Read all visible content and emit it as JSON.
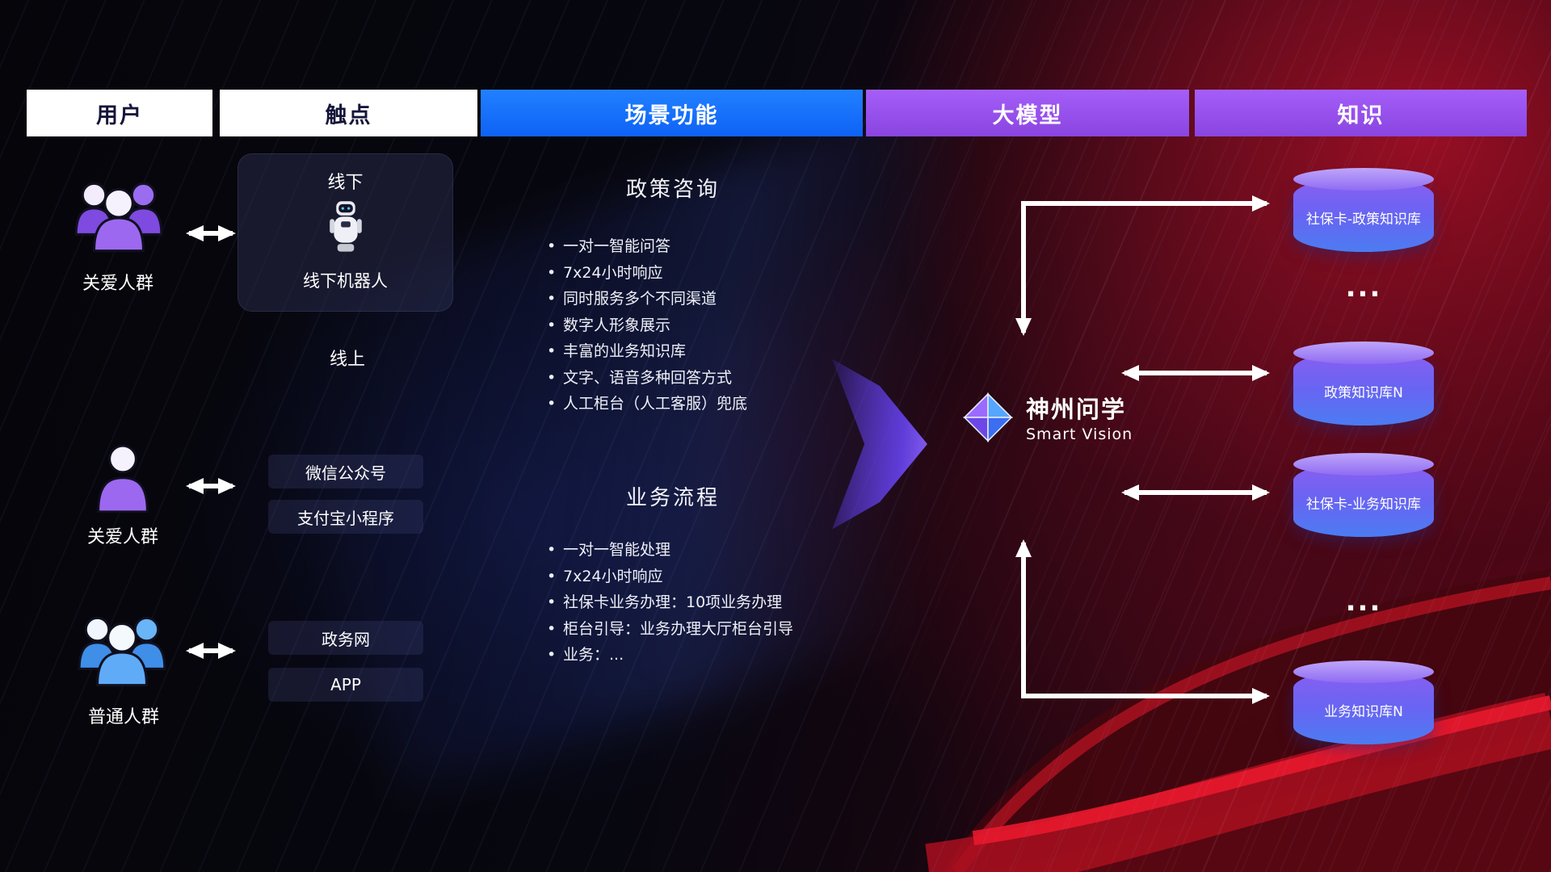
{
  "colors": {
    "header_blue": "#146df5",
    "header_purple": "#9a53e8",
    "accent_purple": "#8a55e8",
    "accent_blue": "#4d9df5",
    "cylinder_top": "#a98cf8",
    "cylinder_body_top": "#8a5ff2",
    "cylinder_body_bottom": "#4b7cf2",
    "arrow_white": "#ffffff",
    "background_red": "#7a0f1d"
  },
  "header": {
    "columns": [
      {
        "label": "用户"
      },
      {
        "label": "触点"
      },
      {
        "label": "场景功能"
      },
      {
        "label": "大模型"
      },
      {
        "label": "知识"
      }
    ]
  },
  "users": [
    {
      "label": "关爱人群"
    },
    {
      "label": "关爱人群"
    },
    {
      "label": "普通人群"
    }
  ],
  "touchpoints": {
    "offline": {
      "title": "线下",
      "robot_label": "线下机器人"
    },
    "online_title": "线上",
    "channels": [
      {
        "label": "微信公众号"
      },
      {
        "label": "支付宝小程序"
      },
      {
        "label": "政务网"
      },
      {
        "label": "APP"
      }
    ]
  },
  "scenarios": [
    {
      "title": "政策咨询",
      "items": [
        "一对一智能问答",
        "7x24小时响应",
        "同时服务多个不同渠道",
        "数字人形象展示",
        "丰富的业务知识库",
        "文字、语音多种回答方式",
        "人工柜台（人工客服）兜底"
      ]
    },
    {
      "title": "业务流程",
      "items": [
        "一对一智能处理",
        "7x24小时响应",
        "社保卡业务办理：10项业务办理",
        "柜台引导：业务办理大厅柜台引导",
        "业务：..."
      ]
    }
  ],
  "model": {
    "name": "神州问学",
    "subtitle": "Smart Vision"
  },
  "knowledge": {
    "databases": [
      {
        "label": "社保卡-政策知识库"
      },
      {
        "label": "政策知识库N"
      },
      {
        "label": "社保卡-业务知识库"
      },
      {
        "label": "业务知识库N"
      }
    ],
    "ellipsis": "..."
  }
}
